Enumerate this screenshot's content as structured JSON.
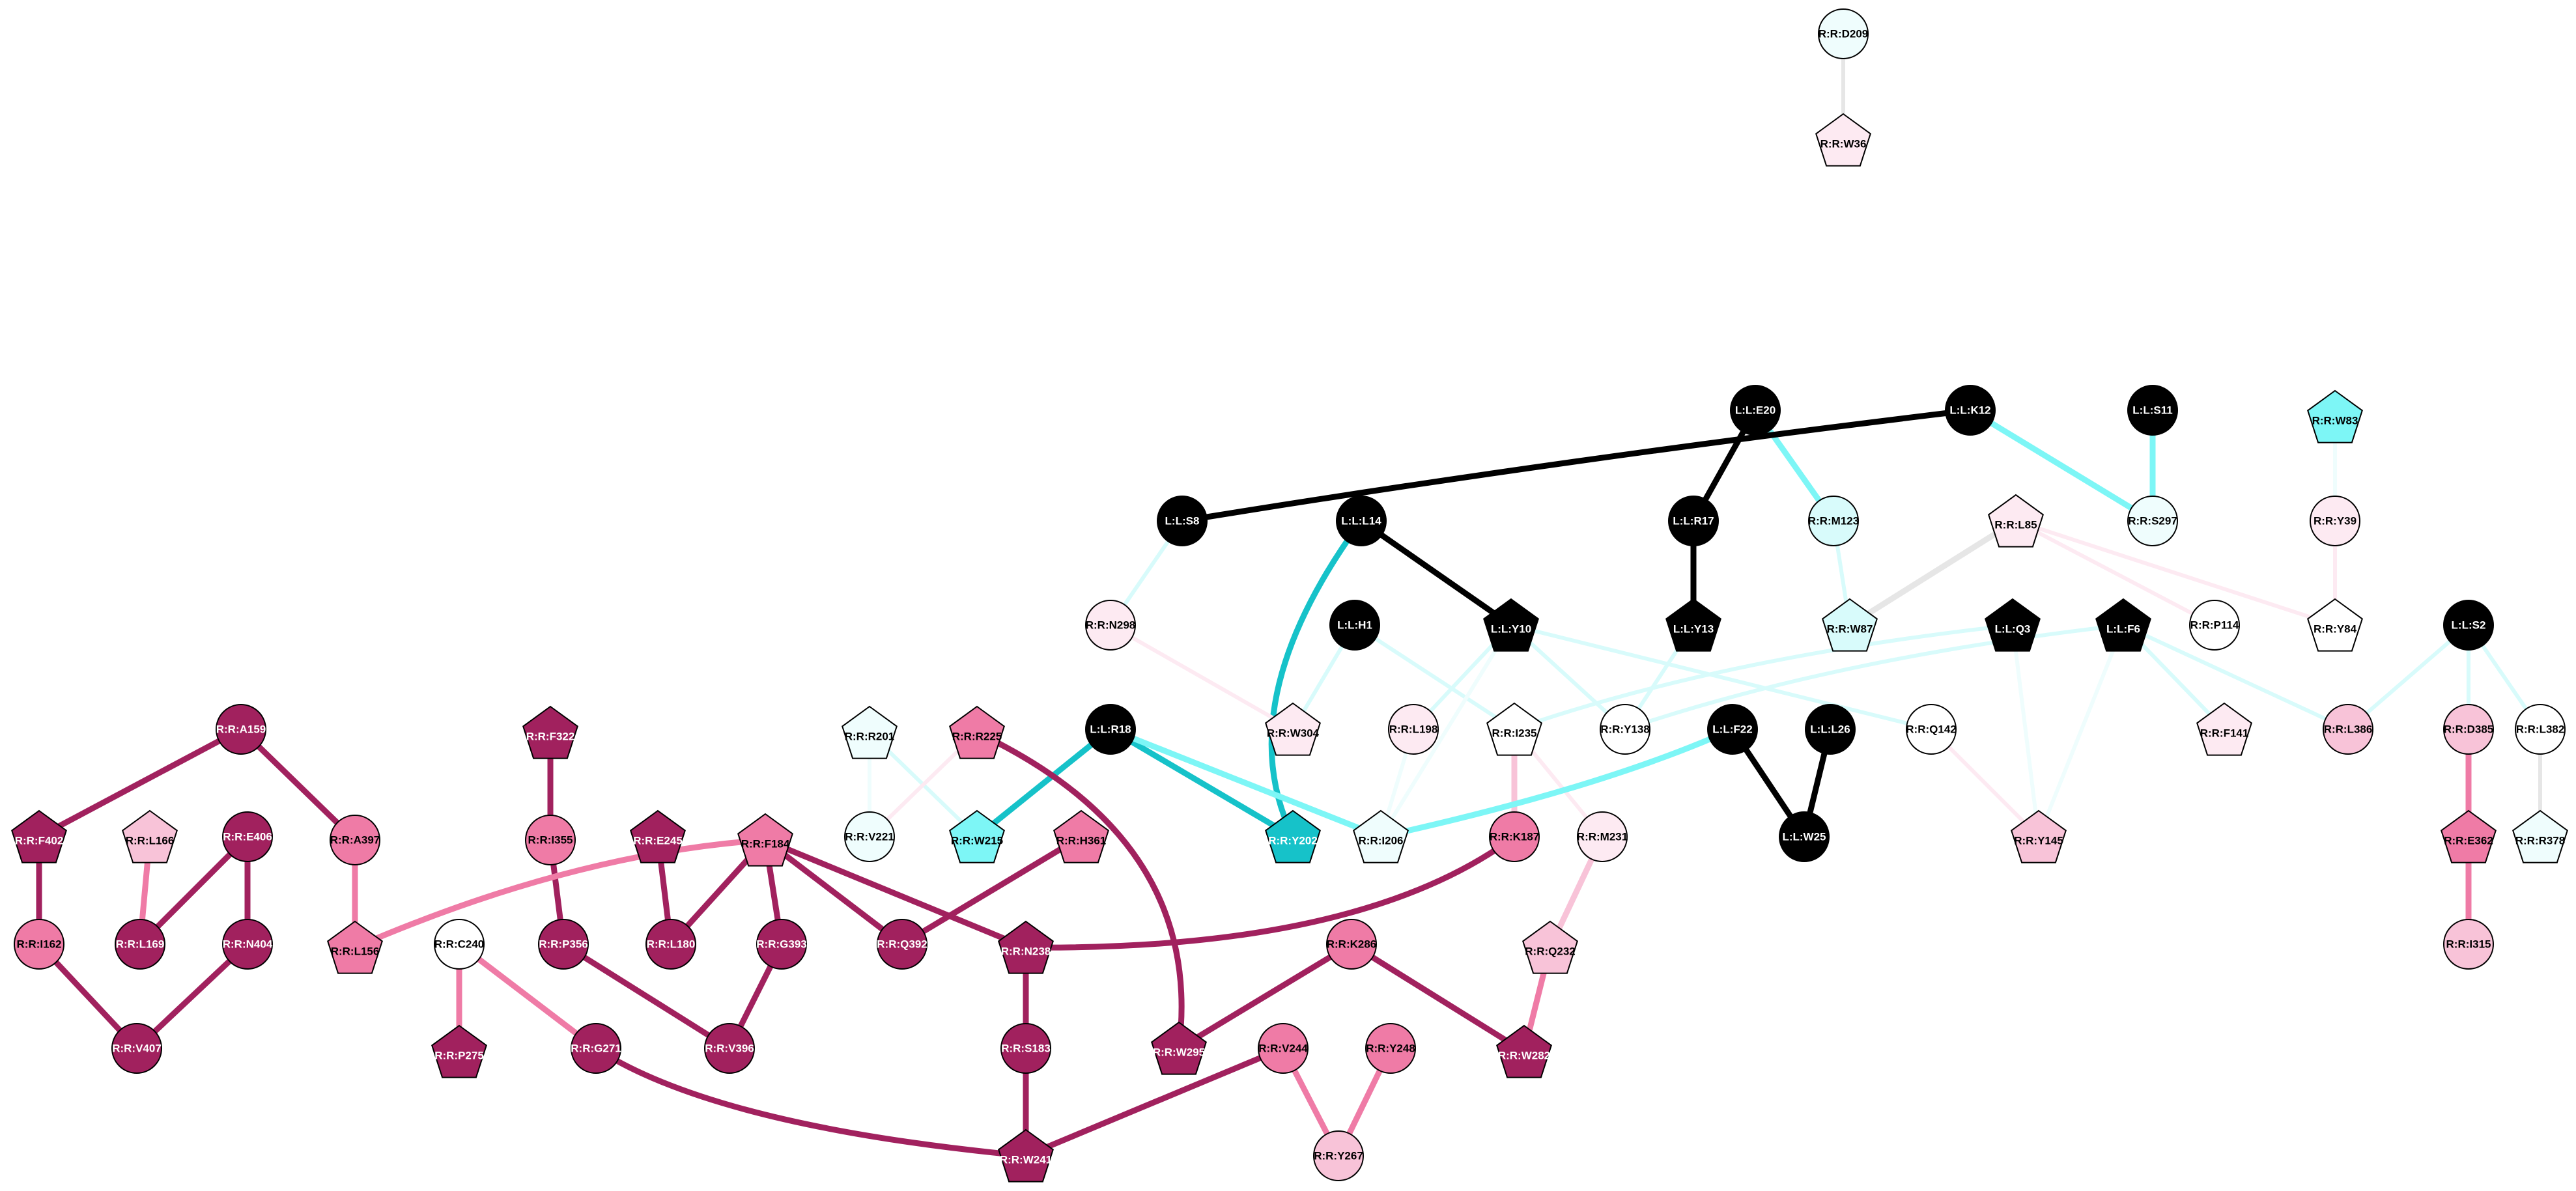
{
  "colors": {
    "black": "#000000",
    "magenta_dark": "#a1215e",
    "pink": "#ef7ba6",
    "pink_light": "#f8c3d8",
    "pink_pale": "#fdeaf2",
    "white": "#ffffff",
    "cyan_strong": "#16c2c9",
    "cyan_medium": "#7df6f6",
    "cyan_light": "#d8fbfb",
    "cyan_pale": "#effdfd",
    "grey": "#e6e6e6",
    "stroke": "#000000"
  },
  "nodes": [
    {
      "id": "R:R:D209",
      "shape": "circle",
      "color": "cyan_pale"
    },
    {
      "id": "R:R:W36",
      "shape": "pentagon",
      "color": "pink_pale"
    },
    {
      "id": "L:L:E20",
      "shape": "circle",
      "color": "black"
    },
    {
      "id": "L:L:K12",
      "shape": "circle",
      "color": "black"
    },
    {
      "id": "L:L:S11",
      "shape": "circle",
      "color": "black"
    },
    {
      "id": "R:R:W83",
      "shape": "pentagon",
      "color": "cyan_medium"
    },
    {
      "id": "L:L:S8",
      "shape": "circle",
      "color": "black"
    },
    {
      "id": "L:L:L14",
      "shape": "circle",
      "color": "black"
    },
    {
      "id": "L:L:R17",
      "shape": "circle",
      "color": "black"
    },
    {
      "id": "R:R:M123",
      "shape": "circle",
      "color": "cyan_light"
    },
    {
      "id": "R:R:L85",
      "shape": "pentagon",
      "color": "pink_pale"
    },
    {
      "id": "R:R:S297",
      "shape": "circle",
      "color": "cyan_pale"
    },
    {
      "id": "R:R:Y39",
      "shape": "circle",
      "color": "pink_pale"
    },
    {
      "id": "R:R:N298",
      "shape": "circle",
      "color": "pink_pale"
    },
    {
      "id": "L:L:H1",
      "shape": "circle",
      "color": "black"
    },
    {
      "id": "L:L:Y10",
      "shape": "pentagon",
      "color": "black"
    },
    {
      "id": "L:L:Y13",
      "shape": "pentagon",
      "color": "black"
    },
    {
      "id": "R:R:W87",
      "shape": "pentagon",
      "color": "cyan_light"
    },
    {
      "id": "L:L:Q3",
      "shape": "pentagon",
      "color": "black"
    },
    {
      "id": "L:L:F6",
      "shape": "pentagon",
      "color": "black"
    },
    {
      "id": "R:R:P114",
      "shape": "circle",
      "color": "white"
    },
    {
      "id": "R:R:Y84",
      "shape": "pentagon",
      "color": "white"
    },
    {
      "id": "L:L:S2",
      "shape": "circle",
      "color": "black"
    },
    {
      "id": "R:R:W304",
      "shape": "pentagon",
      "color": "pink_pale"
    },
    {
      "id": "R:R:L198",
      "shape": "circle",
      "color": "pink_pale"
    },
    {
      "id": "R:R:I235",
      "shape": "pentagon",
      "color": "white"
    },
    {
      "id": "R:R:Y138",
      "shape": "circle",
      "color": "white"
    },
    {
      "id": "R:R:Q142",
      "shape": "circle",
      "color": "white"
    },
    {
      "id": "R:R:F141",
      "shape": "pentagon",
      "color": "pink_pale"
    },
    {
      "id": "R:R:L386",
      "shape": "circle",
      "color": "pink_light"
    },
    {
      "id": "R:R:D385",
      "shape": "circle",
      "color": "pink_light"
    },
    {
      "id": "R:R:L382",
      "shape": "circle",
      "color": "white"
    },
    {
      "id": "R:R:A159",
      "shape": "circle",
      "color": "magenta_dark"
    },
    {
      "id": "R:R:F322",
      "shape": "pentagon",
      "color": "magenta_dark"
    },
    {
      "id": "R:R:R201",
      "shape": "pentagon",
      "color": "cyan_pale"
    },
    {
      "id": "R:R:R225",
      "shape": "pentagon",
      "color": "pink"
    },
    {
      "id": "L:L:R18",
      "shape": "circle",
      "color": "black"
    },
    {
      "id": "L:L:F22",
      "shape": "circle",
      "color": "black"
    },
    {
      "id": "L:L:L26",
      "shape": "circle",
      "color": "black"
    },
    {
      "id": "R:R:F402",
      "shape": "pentagon",
      "color": "magenta_dark"
    },
    {
      "id": "R:R:L166",
      "shape": "pentagon",
      "color": "pink_light"
    },
    {
      "id": "R:R:E406",
      "shape": "circle",
      "color": "magenta_dark"
    },
    {
      "id": "R:R:A397",
      "shape": "circle",
      "color": "pink"
    },
    {
      "id": "R:R:I355",
      "shape": "circle",
      "color": "pink"
    },
    {
      "id": "R:R:E245",
      "shape": "pentagon",
      "color": "magenta_dark"
    },
    {
      "id": "R:R:F184",
      "shape": "pentagon",
      "color": "pink"
    },
    {
      "id": "R:R:V221",
      "shape": "circle",
      "color": "cyan_pale"
    },
    {
      "id": "R:R:W215",
      "shape": "pentagon",
      "color": "cyan_medium"
    },
    {
      "id": "R:R:H361",
      "shape": "pentagon",
      "color": "pink"
    },
    {
      "id": "R:R:Y202",
      "shape": "pentagon",
      "color": "cyan_strong"
    },
    {
      "id": "R:R:I206",
      "shape": "pentagon",
      "color": "cyan_pale"
    },
    {
      "id": "R:R:K187",
      "shape": "circle",
      "color": "pink"
    },
    {
      "id": "R:R:M231",
      "shape": "circle",
      "color": "pink_pale"
    },
    {
      "id": "L:L:W25",
      "shape": "circle",
      "color": "black"
    },
    {
      "id": "R:R:Y145",
      "shape": "pentagon",
      "color": "pink_light"
    },
    {
      "id": "R:R:E362",
      "shape": "pentagon",
      "color": "pink"
    },
    {
      "id": "R:R:R378",
      "shape": "pentagon",
      "color": "cyan_pale"
    },
    {
      "id": "R:R:I162",
      "shape": "circle",
      "color": "pink"
    },
    {
      "id": "R:R:L169",
      "shape": "circle",
      "color": "magenta_dark"
    },
    {
      "id": "R:R:N404",
      "shape": "circle",
      "color": "magenta_dark"
    },
    {
      "id": "R:R:L156",
      "shape": "pentagon",
      "color": "pink"
    },
    {
      "id": "R:R:C240",
      "shape": "circle",
      "color": "white"
    },
    {
      "id": "R:R:P356",
      "shape": "circle",
      "color": "magenta_dark"
    },
    {
      "id": "R:R:L180",
      "shape": "circle",
      "color": "magenta_dark"
    },
    {
      "id": "R:R:G393",
      "shape": "circle",
      "color": "magenta_dark"
    },
    {
      "id": "R:R:Q392",
      "shape": "circle",
      "color": "magenta_dark"
    },
    {
      "id": "R:R:N238",
      "shape": "pentagon",
      "color": "magenta_dark"
    },
    {
      "id": "R:R:K286",
      "shape": "circle",
      "color": "pink"
    },
    {
      "id": "R:R:Q232",
      "shape": "pentagon",
      "color": "pink_light"
    },
    {
      "id": "R:R:I315",
      "shape": "circle",
      "color": "pink_light"
    },
    {
      "id": "R:R:V407",
      "shape": "circle",
      "color": "magenta_dark"
    },
    {
      "id": "R:R:P275",
      "shape": "pentagon",
      "color": "magenta_dark"
    },
    {
      "id": "R:R:G271",
      "shape": "circle",
      "color": "magenta_dark"
    },
    {
      "id": "R:R:V396",
      "shape": "circle",
      "color": "magenta_dark"
    },
    {
      "id": "R:R:S183",
      "shape": "circle",
      "color": "magenta_dark"
    },
    {
      "id": "R:R:W295",
      "shape": "pentagon",
      "color": "magenta_dark"
    },
    {
      "id": "R:R:V244",
      "shape": "circle",
      "color": "pink"
    },
    {
      "id": "R:R:Y248",
      "shape": "circle",
      "color": "pink"
    },
    {
      "id": "R:R:W282",
      "shape": "pentagon",
      "color": "magenta_dark"
    },
    {
      "id": "R:R:W241",
      "shape": "pentagon",
      "color": "magenta_dark"
    },
    {
      "id": "R:R:Y267",
      "shape": "circle",
      "color": "pink_light"
    }
  ],
  "edges": [
    {
      "source": "R:R:D209",
      "target": "R:R:W36",
      "color": "grey",
      "weight": "medium"
    },
    {
      "source": "L:L:E20",
      "target": "L:L:R17",
      "color": "black",
      "weight": "heavy"
    },
    {
      "source": "L:L:E20",
      "target": "R:R:M123",
      "color": "cyan_medium",
      "weight": "heavy"
    },
    {
      "source": "L:L:K12",
      "target": "L:L:S8",
      "color": "black",
      "weight": "heavy",
      "curve": true
    },
    {
      "source": "L:L:K12",
      "target": "R:R:S297",
      "color": "cyan_medium",
      "weight": "heavy"
    },
    {
      "source": "L:L:S11",
      "target": "R:R:S297",
      "color": "cyan_medium",
      "weight": "heavy"
    },
    {
      "source": "R:R:W83",
      "target": "R:R:Y39",
      "color": "cyan_pale",
      "weight": "medium"
    },
    {
      "source": "L:L:S8",
      "target": "R:R:N298",
      "color": "cyan_light",
      "weight": "medium"
    },
    {
      "source": "L:L:L14",
      "target": "L:L:Y10",
      "color": "black",
      "weight": "heavy"
    },
    {
      "source": "L:L:L14",
      "target": "R:R:Y202",
      "color": "cyan_strong",
      "weight": "heavy",
      "curve": true
    },
    {
      "source": "L:L:R17",
      "target": "L:L:Y13",
      "color": "black",
      "weight": "heavy"
    },
    {
      "source": "R:R:M123",
      "target": "R:R:W87",
      "color": "cyan_light",
      "weight": "medium"
    },
    {
      "source": "R:R:L85",
      "target": "R:R:W87",
      "color": "grey",
      "weight": "heavy"
    },
    {
      "source": "R:R:L85",
      "target": "R:R:P114",
      "color": "pink_pale",
      "weight": "medium"
    },
    {
      "source": "R:R:Y39",
      "target": "R:R:Y84",
      "color": "pink_pale",
      "weight": "medium"
    },
    {
      "source": "R:R:L85",
      "target": "R:R:Y84",
      "color": "pink_pale",
      "weight": "medium"
    },
    {
      "source": "R:R:N298",
      "target": "R:R:W304",
      "color": "pink_pale",
      "weight": "medium"
    },
    {
      "source": "L:L:H1",
      "target": "R:R:W304",
      "color": "cyan_light",
      "weight": "medium"
    },
    {
      "source": "L:L:H1",
      "target": "R:R:I235",
      "color": "cyan_light",
      "weight": "medium"
    },
    {
      "source": "L:L:Y10",
      "target": "R:R:L198",
      "color": "cyan_light",
      "weight": "medium"
    },
    {
      "source": "L:L:Y10",
      "target": "R:R:Y138",
      "color": "cyan_light",
      "weight": "medium"
    },
    {
      "source": "L:L:Y10",
      "target": "R:R:Q142",
      "color": "cyan_light",
      "weight": "medium"
    },
    {
      "source": "L:L:Y10",
      "target": "R:R:I206",
      "color": "cyan_pale",
      "weight": "medium"
    },
    {
      "source": "L:L:Y13",
      "target": "R:R:Y138",
      "color": "cyan_light",
      "weight": "medium"
    },
    {
      "source": "L:L:Q3",
      "target": "R:R:I235",
      "color": "cyan_light",
      "weight": "medium",
      "curve": true
    },
    {
      "source": "L:L:Q3",
      "target": "R:R:Y145",
      "color": "cyan_pale",
      "weight": "medium"
    },
    {
      "source": "L:L:F6",
      "target": "R:R:Y138",
      "color": "cyan_light",
      "weight": "medium",
      "curve": true
    },
    {
      "source": "L:L:F6",
      "target": "R:R:F141",
      "color": "cyan_light",
      "weight": "medium"
    },
    {
      "source": "L:L:F6",
      "target": "R:R:Y145",
      "color": "cyan_pale",
      "weight": "medium"
    },
    {
      "source": "L:L:F6",
      "target": "R:R:L386",
      "color": "cyan_light",
      "weight": "medium"
    },
    {
      "source": "L:L:S2",
      "target": "R:R:L386",
      "color": "cyan_light",
      "weight": "medium"
    },
    {
      "source": "L:L:S2",
      "target": "R:R:D385",
      "color": "cyan_light",
      "weight": "medium"
    },
    {
      "source": "L:L:S2",
      "target": "R:R:L382",
      "color": "cyan_light",
      "weight": "medium"
    },
    {
      "source": "R:R:Q142",
      "target": "R:R:Y145",
      "color": "pink_pale",
      "weight": "medium"
    },
    {
      "source": "R:R:L382",
      "target": "R:R:R378",
      "color": "grey",
      "weight": "medium"
    },
    {
      "source": "R:R:D385",
      "target": "R:R:E362",
      "color": "pink",
      "weight": "heavy"
    },
    {
      "source": "R:R:E362",
      "target": "R:R:I315",
      "color": "pink",
      "weight": "heavy"
    },
    {
      "source": "R:R:I235",
      "target": "R:R:K187",
      "color": "pink_light",
      "weight": "heavy"
    },
    {
      "source": "R:R:I235",
      "target": "R:R:M231",
      "color": "pink_pale",
      "weight": "medium"
    },
    {
      "source": "R:R:L198",
      "target": "R:R:I206",
      "color": "cyan_pale",
      "weight": "medium"
    },
    {
      "source": "R:R:M231",
      "target": "R:R:Q232",
      "color": "pink_light",
      "weight": "heavy"
    },
    {
      "source": "R:R:Q232",
      "target": "R:R:W282",
      "color": "pink",
      "weight": "heavy"
    },
    {
      "source": "L:L:R18",
      "target": "R:R:W215",
      "color": "cyan_strong",
      "weight": "heavy"
    },
    {
      "source": "L:L:R18",
      "target": "R:R:Y202",
      "color": "cyan_strong",
      "weight": "heavy"
    },
    {
      "source": "L:L:R18",
      "target": "R:R:I206",
      "color": "cyan_medium",
      "weight": "heavy"
    },
    {
      "source": "L:L:F22",
      "target": "L:L:W25",
      "color": "black",
      "weight": "heavy"
    },
    {
      "source": "L:L:L26",
      "target": "L:L:W25",
      "color": "black",
      "weight": "heavy"
    },
    {
      "source": "L:L:F22",
      "target": "R:R:I206",
      "color": "cyan_medium",
      "weight": "heavy",
      "curve": true
    },
    {
      "source": "R:R:R201",
      "target": "R:R:V221",
      "color": "cyan_pale",
      "weight": "medium"
    },
    {
      "source": "R:R:R201",
      "target": "R:R:W215",
      "color": "cyan_light",
      "weight": "medium"
    },
    {
      "source": "R:R:R225",
      "target": "R:R:V221",
      "color": "pink_pale",
      "weight": "medium"
    },
    {
      "source": "R:R:R225",
      "target": "R:R:W295",
      "color": "magenta_dark",
      "weight": "heavy",
      "curve": true
    },
    {
      "source": "R:R:A159",
      "target": "R:R:F402",
      "color": "magenta_dark",
      "weight": "heavy"
    },
    {
      "source": "R:R:A159",
      "target": "R:R:A397",
      "color": "magenta_dark",
      "weight": "heavy"
    },
    {
      "source": "R:R:F402",
      "target": "R:R:I162",
      "color": "magenta_dark",
      "weight": "heavy"
    },
    {
      "source": "R:R:L166",
      "target": "R:R:L169",
      "color": "pink",
      "weight": "heavy"
    },
    {
      "source": "R:R:E406",
      "target": "R:R:L169",
      "color": "magenta_dark",
      "weight": "heavy"
    },
    {
      "source": "R:R:E406",
      "target": "R:R:N404",
      "color": "magenta_dark",
      "weight": "heavy"
    },
    {
      "source": "R:R:A397",
      "target": "R:R:L156",
      "color": "pink",
      "weight": "heavy"
    },
    {
      "source": "R:R:I162",
      "target": "R:R:V407",
      "color": "magenta_dark",
      "weight": "heavy"
    },
    {
      "source": "R:R:N404",
      "target": "R:R:V407",
      "color": "magenta_dark",
      "weight": "heavy"
    },
    {
      "source": "R:R:F322",
      "target": "R:R:I355",
      "color": "magenta_dark",
      "weight": "heavy"
    },
    {
      "source": "R:R:I355",
      "target": "R:R:P356",
      "color": "magenta_dark",
      "weight": "heavy"
    },
    {
      "source": "R:R:E245",
      "target": "R:R:L180",
      "color": "magenta_dark",
      "weight": "heavy"
    },
    {
      "source": "R:R:F184",
      "target": "R:R:L156",
      "color": "pink",
      "weight": "heavy",
      "curve": true
    },
    {
      "source": "R:R:F184",
      "target": "R:R:L180",
      "color": "magenta_dark",
      "weight": "heavy"
    },
    {
      "source": "R:R:F184",
      "target": "R:R:G393",
      "color": "magenta_dark",
      "weight": "heavy"
    },
    {
      "source": "R:R:F184",
      "target": "R:R:Q392",
      "color": "magenta_dark",
      "weight": "heavy"
    },
    {
      "source": "R:R:F184",
      "target": "R:R:N238",
      "color": "magenta_dark",
      "weight": "heavy"
    },
    {
      "source": "R:R:H361",
      "target": "R:R:Q392",
      "color": "magenta_dark",
      "weight": "heavy"
    },
    {
      "source": "R:R:K187",
      "target": "R:R:N238",
      "color": "magenta_dark",
      "weight": "heavy",
      "curve": true
    },
    {
      "source": "R:R:C240",
      "target": "R:R:P275",
      "color": "pink",
      "weight": "heavy"
    },
    {
      "source": "R:R:C240",
      "target": "R:R:G271",
      "color": "pink",
      "weight": "heavy"
    },
    {
      "source": "R:R:P356",
      "target": "R:R:V396",
      "color": "magenta_dark",
      "weight": "heavy"
    },
    {
      "source": "R:R:G393",
      "target": "R:R:V396",
      "color": "magenta_dark",
      "weight": "heavy"
    },
    {
      "source": "R:R:N238",
      "target": "R:R:S183",
      "color": "magenta_dark",
      "weight": "heavy"
    },
    {
      "source": "R:R:S183",
      "target": "R:R:W241",
      "color": "magenta_dark",
      "weight": "heavy"
    },
    {
      "source": "R:R:G271",
      "target": "R:R:W241",
      "color": "magenta_dark",
      "weight": "heavy",
      "curve": true
    },
    {
      "source": "R:R:K286",
      "target": "R:R:W295",
      "color": "magenta_dark",
      "weight": "heavy"
    },
    {
      "source": "R:R:K286",
      "target": "R:R:W282",
      "color": "magenta_dark",
      "weight": "heavy"
    },
    {
      "source": "R:R:V244",
      "target": "R:R:W241",
      "color": "magenta_dark",
      "weight": "heavy"
    },
    {
      "source": "R:R:V244",
      "target": "R:R:Y267",
      "color": "pink",
      "weight": "heavy"
    },
    {
      "source": "R:R:Y248",
      "target": "R:R:Y267",
      "color": "pink",
      "weight": "heavy"
    }
  ]
}
